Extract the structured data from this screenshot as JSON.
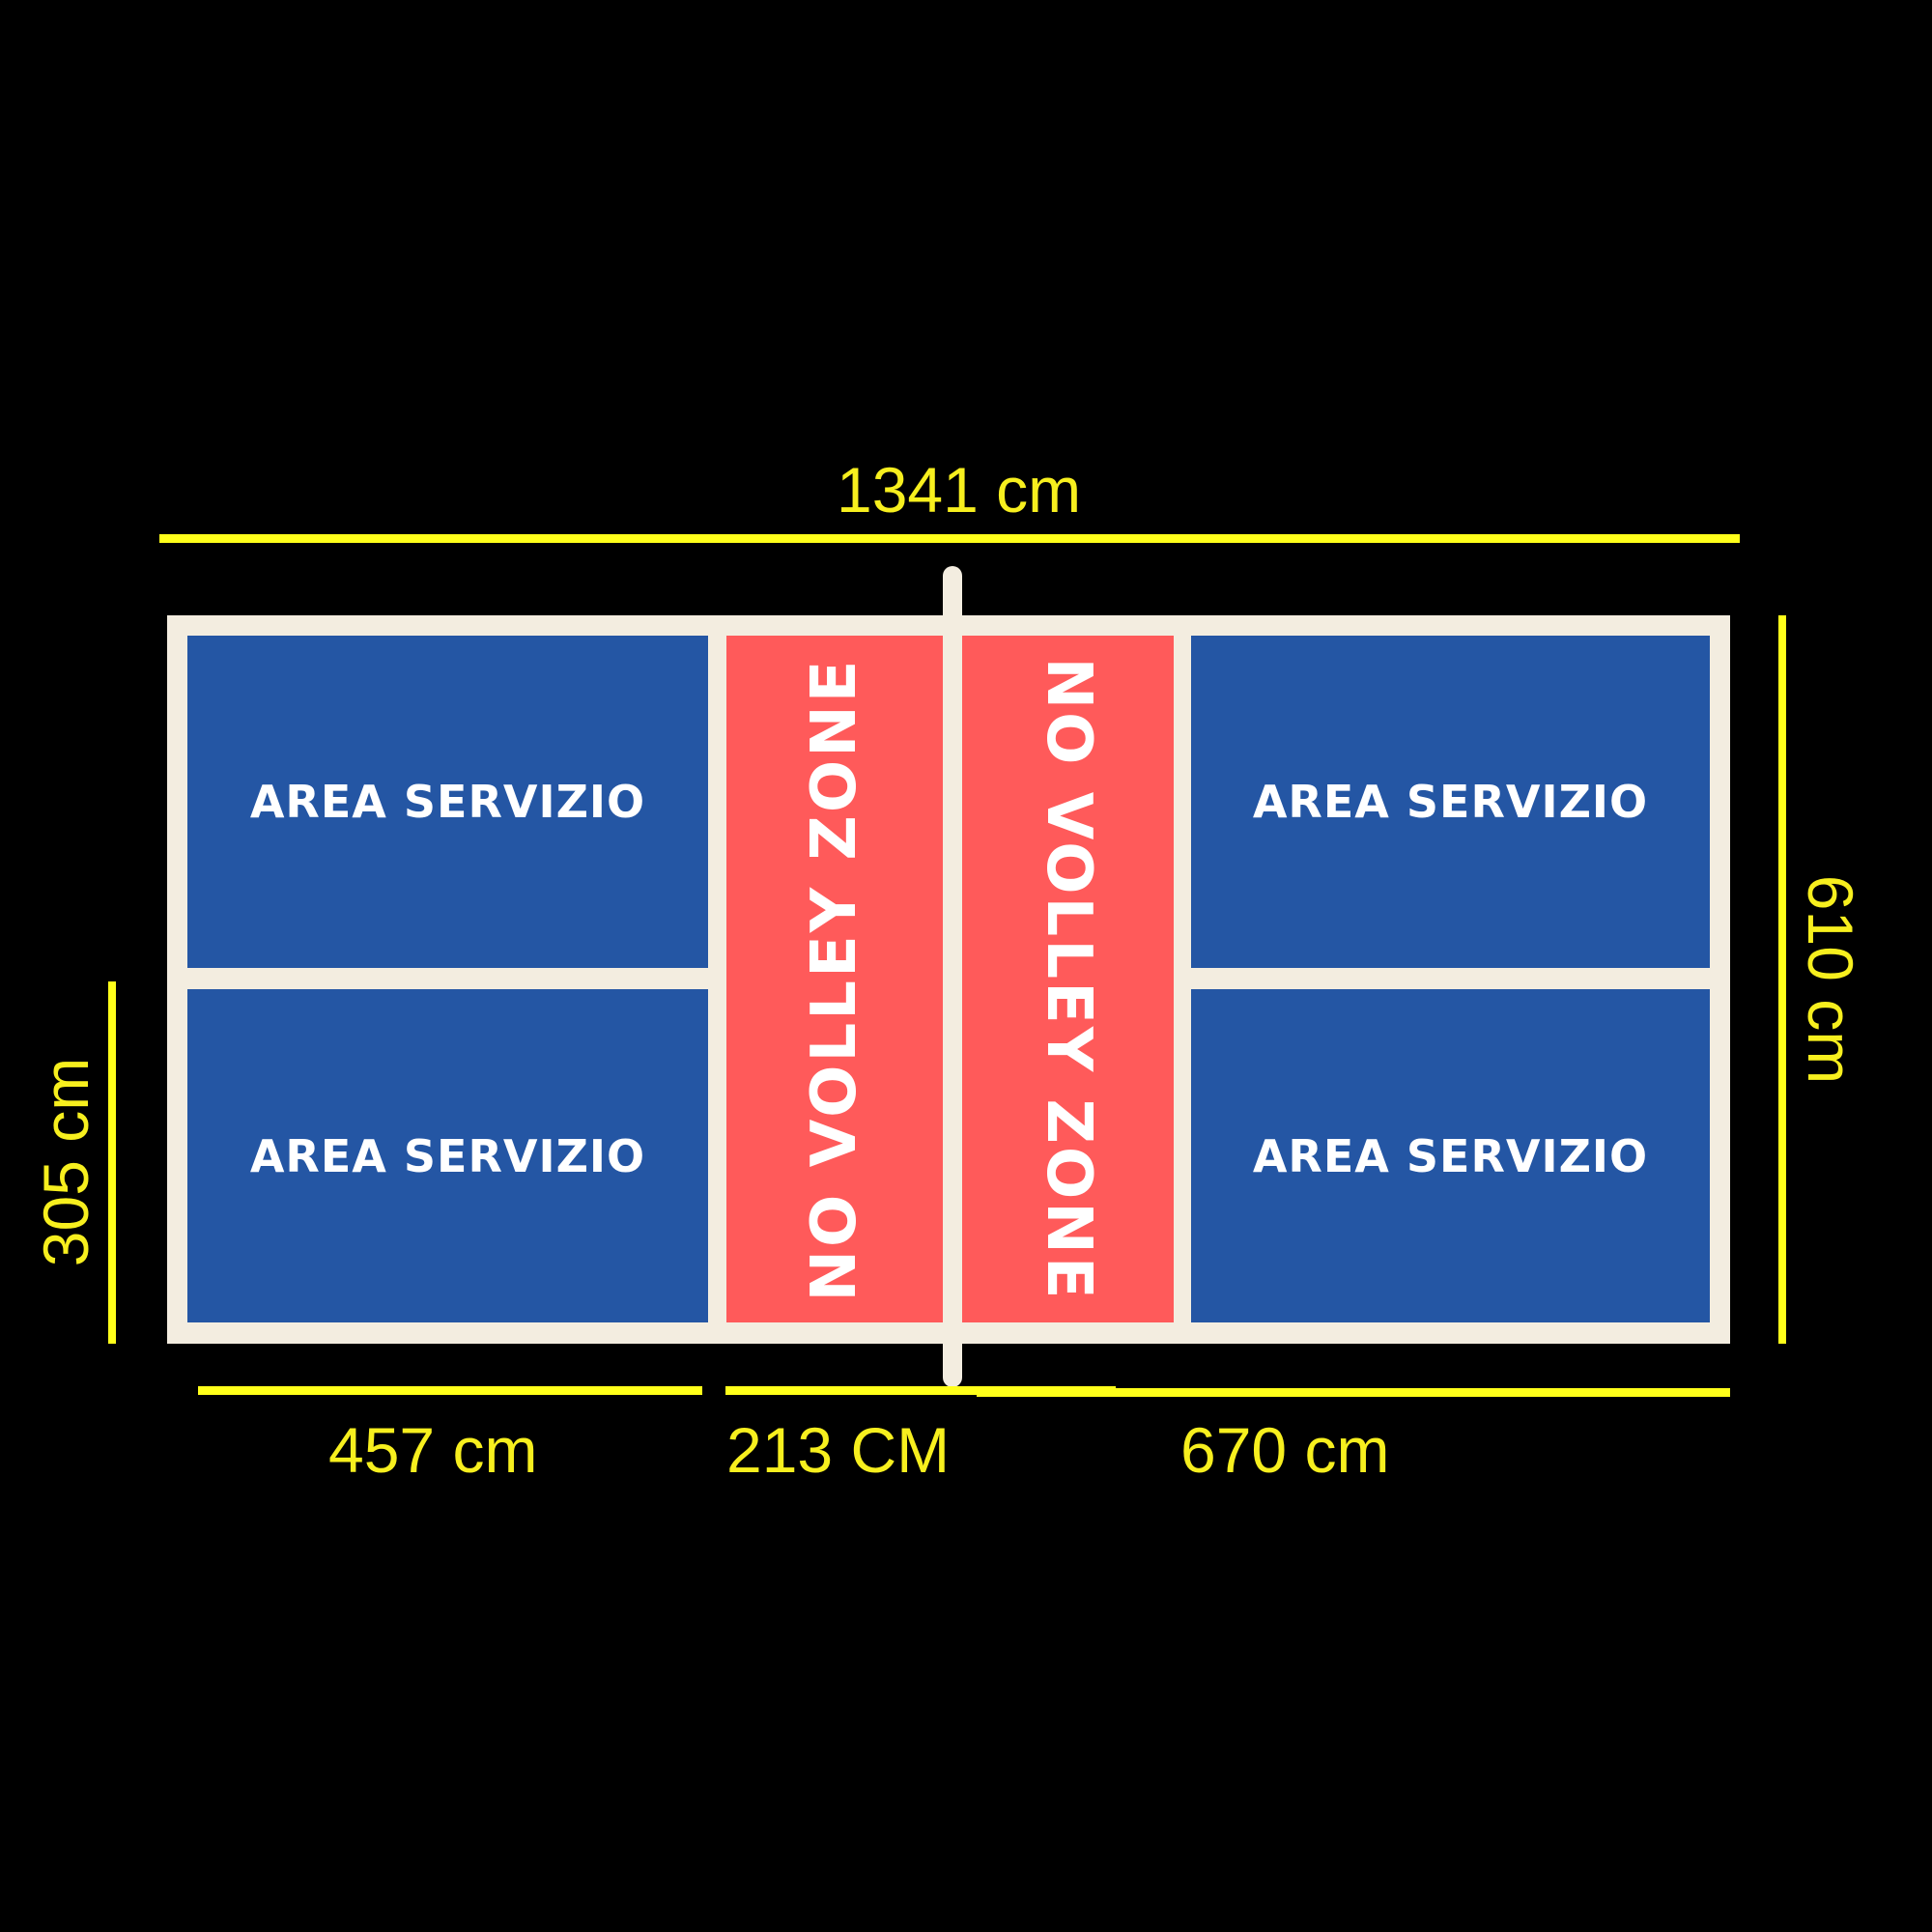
{
  "colors": {
    "background": "#000000",
    "court_lines": "#f3ede0",
    "service_area": "#2456a4",
    "no_volley_zone": "#ff5a5a",
    "measure": "#ffff1a"
  },
  "court": {
    "service_areas": [
      {
        "label": "AREA SERVIZIO"
      },
      {
        "label": "AREA SERVIZIO"
      },
      {
        "label": "AREA SERVIZIO"
      },
      {
        "label": "AREA SERVIZIO"
      }
    ],
    "no_volley_zones": [
      {
        "label": "NO VOLLEY ZONE"
      },
      {
        "label": "NO VOLLEY ZONE"
      }
    ]
  },
  "measurements": {
    "total_length": "1341 cm",
    "total_width": "610 cm",
    "half_width": "305 cm",
    "service_length": "457 cm",
    "kitchen_length": "213 CM",
    "half_length": "670 cm"
  }
}
